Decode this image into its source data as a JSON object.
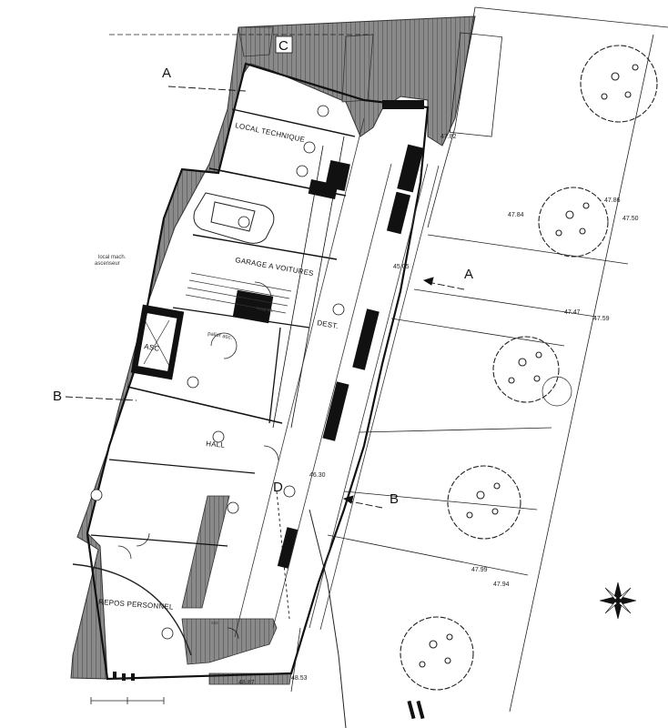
{
  "plan": {
    "rooms": {
      "local_technique": "LOCAL TECHNIQUE",
      "garage": "GARAGE A VOITURES",
      "asc": "ASC",
      "dest": "DEST.",
      "hall": "HALL",
      "repos": "REPOS PERSONNEL"
    },
    "section_marks": {
      "c": "C",
      "a_top": "A",
      "a_right": "A",
      "b_left": "B",
      "b_right": "B",
      "d": "D"
    },
    "levels": {
      "l1": "47.82",
      "l2": "47.84",
      "l3": "47.50",
      "l4": "47.86",
      "l5": "45.05",
      "l6": "47.47",
      "l7": "47.59",
      "l8": "46.30",
      "l9": "47.99",
      "l10": "47.94",
      "l11": "48.87",
      "l12": "48.53"
    },
    "notes": {
      "local_mach": "local mach.",
      "ascenseur": "ascenseur",
      "palier": "palier asc.",
      "local_tele": "local tél.",
      "sas": "sas"
    }
  }
}
